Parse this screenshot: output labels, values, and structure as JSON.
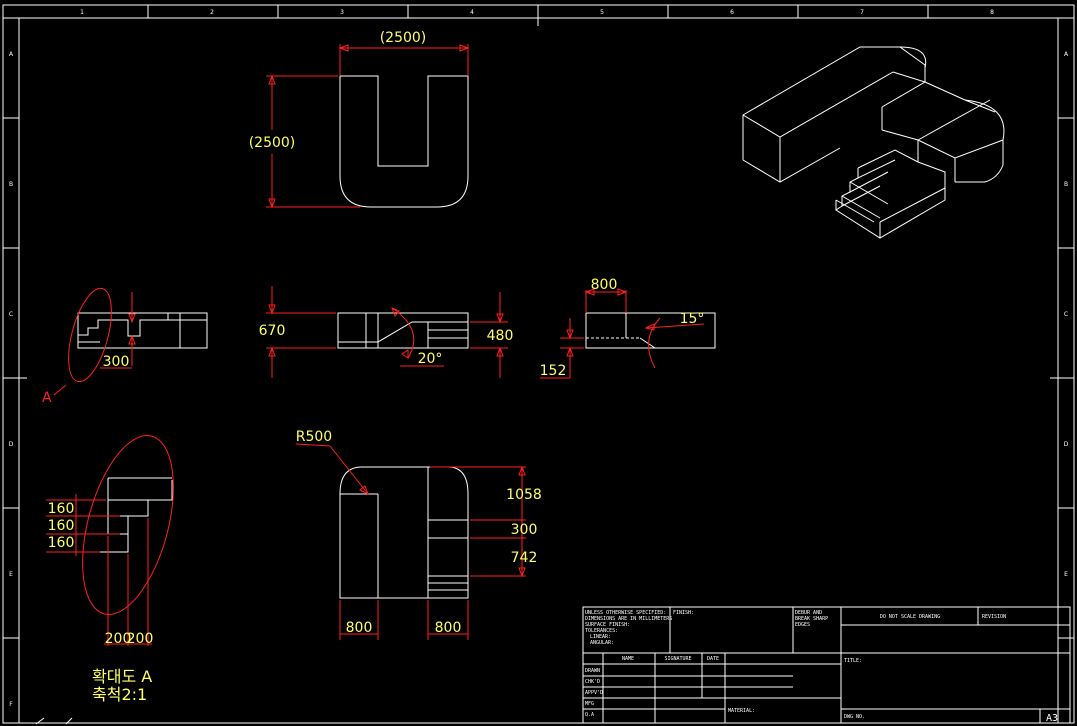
{
  "sheet": {
    "column_labels": [
      "1",
      "2",
      "3",
      "4",
      "5",
      "6",
      "7",
      "8"
    ],
    "row_labels": [
      "A",
      "B",
      "C",
      "D",
      "E",
      "F"
    ]
  },
  "front_view": {
    "width_label": "(2500)",
    "height_label": "(2500)"
  },
  "side_view": {
    "height_label": "670",
    "depth_label": "480",
    "angle_label": "20°"
  },
  "right_view": {
    "width_label": "800",
    "angle_label": "15°",
    "offset_label": "152"
  },
  "left_view": {
    "dim_label": "300",
    "detail_marker": "A"
  },
  "bottom_view": {
    "radius_label": "R500",
    "dims_right": [
      "1058",
      "300",
      "742"
    ],
    "dims_bottom": [
      "800",
      "800"
    ]
  },
  "detail_view": {
    "dims_left": [
      "160",
      "160",
      "160"
    ],
    "dims_bottom": [
      "200",
      "200"
    ],
    "title": "확대도  A",
    "scale": "축척2:1"
  },
  "title_block": {
    "notes": [
      "UNLESS OTHERWISE SPECIFIED:",
      "DIMENSIONS ARE IN MILLIMETERS",
      "SURFACE FINISH:",
      "TOLERANCES:",
      "LINEAR:",
      "ANGULAR:"
    ],
    "finish": "FINISH:",
    "deburr": [
      "DEBUR AND",
      "BREAK SHARP",
      "EDGES"
    ],
    "do_not_scale": "DO NOT SCALE DRAWING",
    "revision": "REVISION",
    "headers": [
      "NAME",
      "SIGNATURE",
      "DATE"
    ],
    "rows": [
      "DRAWN",
      "CHK'D",
      "APPV'D",
      "MFG",
      "Q.A"
    ],
    "title": "TITLE:",
    "material": "MATERIAL:",
    "dwg_no": "DWG NO.",
    "size": "A3"
  }
}
